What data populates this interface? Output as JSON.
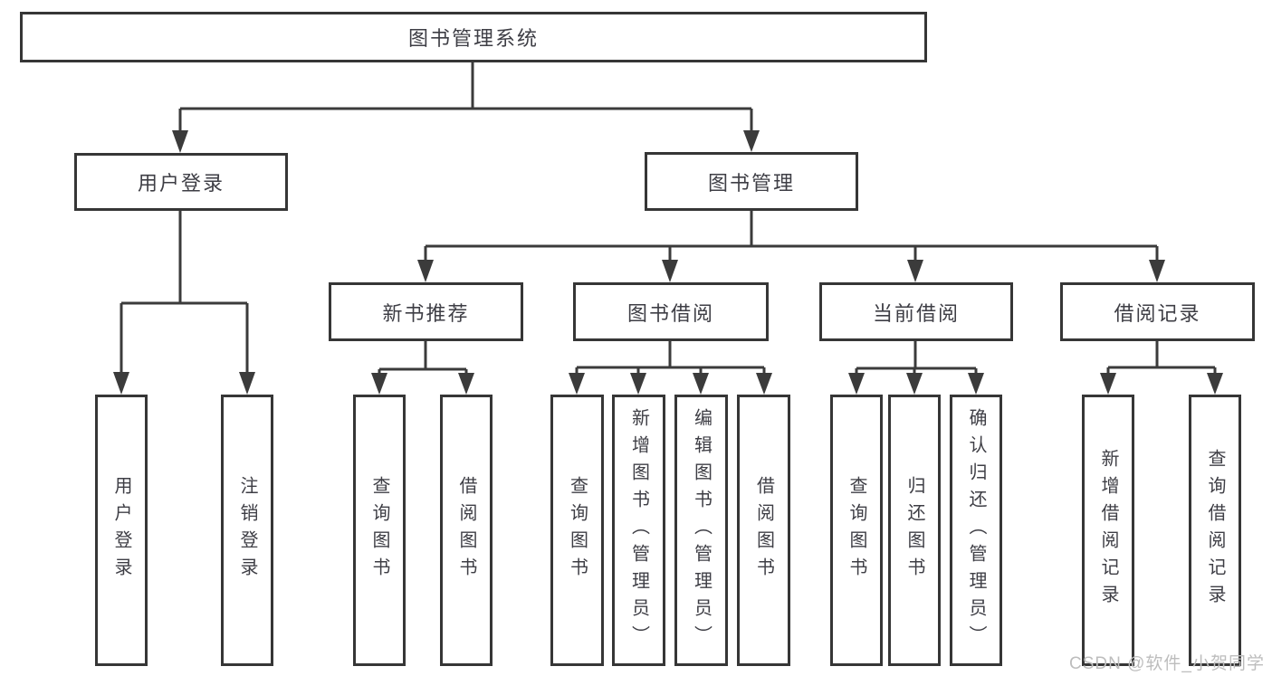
{
  "diagram": {
    "title": "图书管理系统",
    "nodes": {
      "root": "图书管理系统",
      "user_login": "用户登录",
      "book_mgmt": "图书管理",
      "new_books": "新书推荐",
      "book_borrow": "图书借阅",
      "current_borrow": "当前借阅",
      "borrow_records": "借阅记录",
      "leaf_user_login": "用户登录",
      "leaf_logout": "注销登录",
      "leaf_nb_query": "查询图书",
      "leaf_nb_borrow": "借阅图书",
      "leaf_bb_query": "查询图书",
      "leaf_bb_add": "新增图书（管理员）",
      "leaf_bb_edit": "编辑图书（管理员）",
      "leaf_bb_borrow": "借阅图书",
      "leaf_cb_query": "查询图书",
      "leaf_cb_return": "归还图书",
      "leaf_cb_confirm": "确认归还（管理员）",
      "leaf_br_add": "新增借阅记录",
      "leaf_br_query": "查询借阅记录"
    },
    "colors": {
      "box_border": "#363636",
      "line": "#3b3b3b",
      "text": "#3e3e45",
      "background": "#ffffff",
      "watermark": "#bdbdbd"
    }
  },
  "watermark": "CSDN @软件_小贺同学"
}
